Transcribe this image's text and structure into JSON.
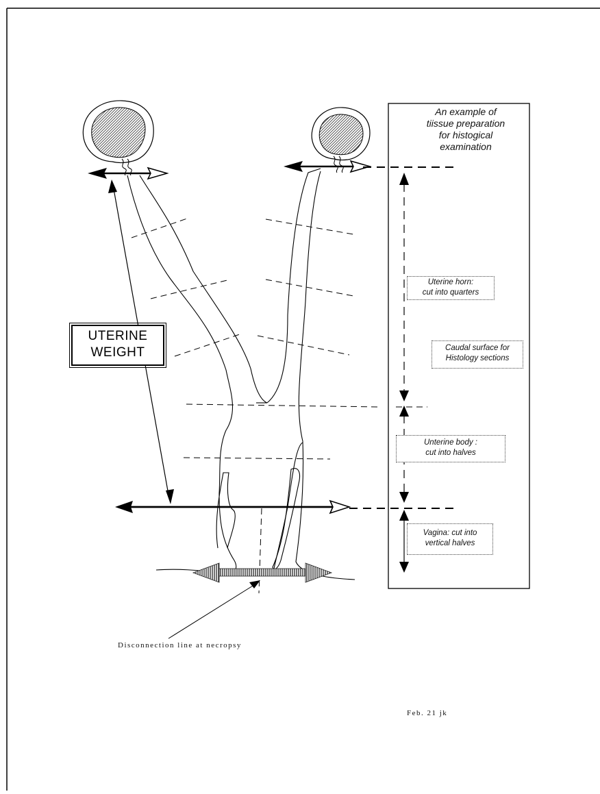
{
  "panel": {
    "title_lines": [
      "An example of",
      "tiissue preparation",
      "for histogical",
      "examination"
    ]
  },
  "labels": {
    "uterine_weight": [
      "UTERINE",
      "WEIGHT"
    ],
    "uterine_horn": [
      "Uterine horn:",
      "cut into quarters"
    ],
    "caudal_surface": [
      "Caudal surface for",
      "Histology sections"
    ],
    "uterine_body": [
      "Unterine body :",
      "cut into halves"
    ],
    "vagina": [
      "Vagina: cut into",
      "vertical halves"
    ],
    "disconnection": "Disconnection line at necropsy",
    "footer": "Feb. 21 jk"
  }
}
